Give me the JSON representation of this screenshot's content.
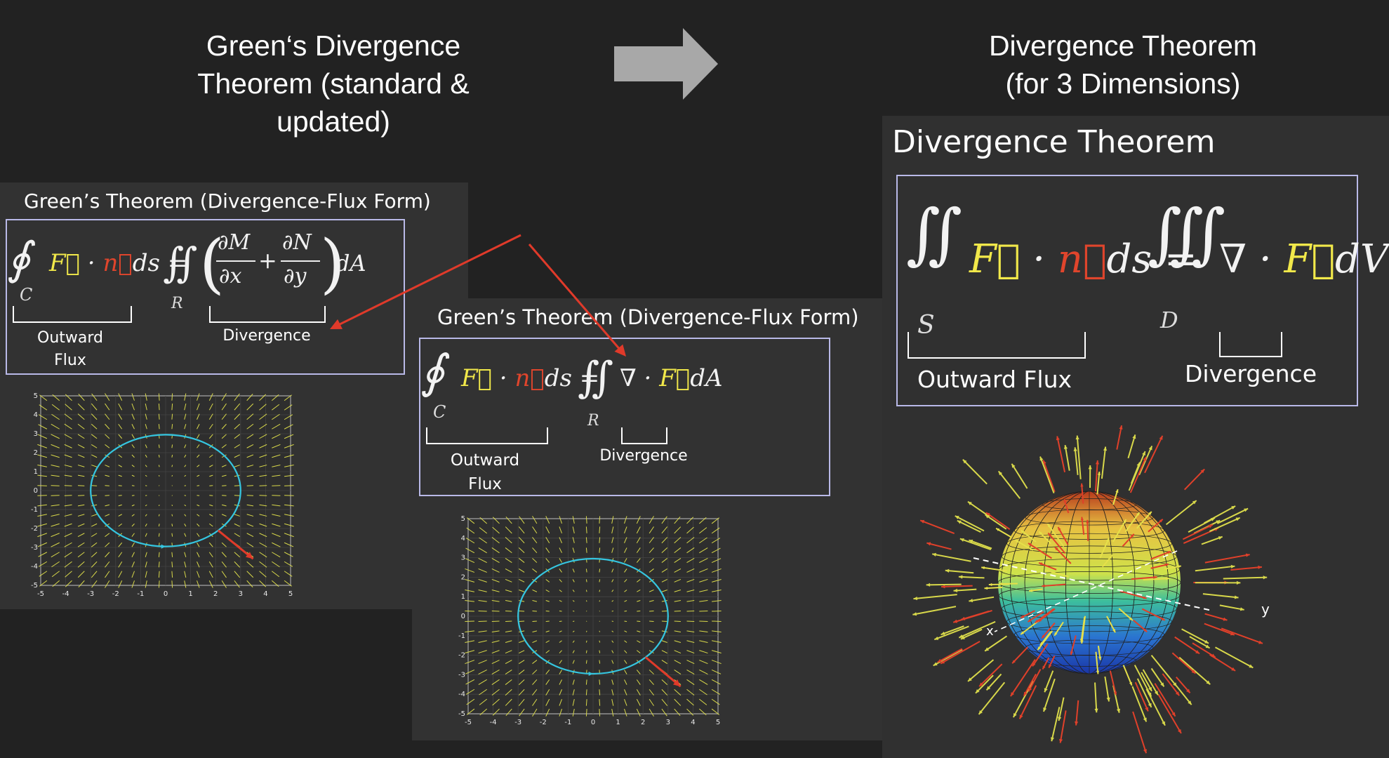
{
  "headings": {
    "left": "Green‘s Divergence\nTheorem (standard &\nupdated)",
    "right": "Divergence Theorem\n(for 3 Dimensions)"
  },
  "board_standard": {
    "title": "Green’s Theorem (Divergence-Flux Form)",
    "lhs_sub": "C",
    "rhs_sub": "R",
    "partial_M": "∂M",
    "partial_x": "∂x",
    "partial_N": "∂N",
    "partial_y": "∂y",
    "flux_label": "Outward\nFlux",
    "div_label": "Divergence"
  },
  "board_updated": {
    "title": "Green’s Theorem (Divergence-Flux Form)",
    "lhs_sub": "C",
    "rhs_sub": "R",
    "flux_label": "Outward\nFlux",
    "div_label": "Divergence"
  },
  "board_3d": {
    "title": "Divergence Theorem",
    "lhs_sub": "S",
    "rhs_sub": "D",
    "flux_label": "Outward Flux",
    "div_label": "Divergence",
    "axis_y": "y",
    "axis_x": "x"
  },
  "plot_ticks": [
    "-5",
    "-4",
    "-3",
    "-2",
    "-1",
    "0",
    "1",
    "2",
    "3",
    "4",
    "5"
  ],
  "colors": {
    "vector_field": "#d8d84a",
    "curve": "#35c6e0",
    "normal_arrow": "#e03a2a",
    "annotation_arrow": "#e03a2a",
    "frame": "#b9b9e8"
  }
}
